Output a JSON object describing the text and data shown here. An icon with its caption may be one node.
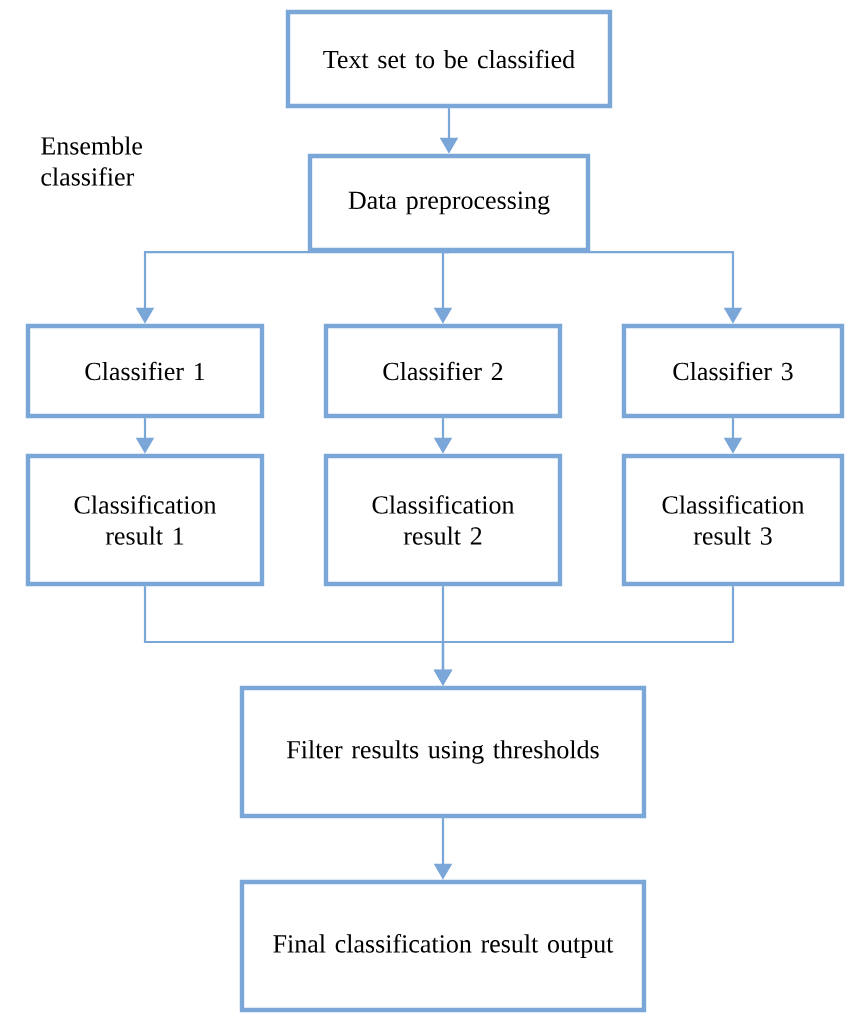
{
  "diagram": {
    "nodes": [
      {
        "text": [
          "Text set to be classified"
        ]
      },
      {
        "text": [
          "Data preprocessing"
        ]
      },
      {
        "text": [
          "Classifier 1"
        ]
      },
      {
        "text": [
          "Classifier 2"
        ]
      },
      {
        "text": [
          "Classifier 3"
        ]
      },
      {
        "text": [
          "Classification result 1"
        ]
      },
      {
        "text": [
          "Classification result 2"
        ]
      },
      {
        "text": [
          "Classification result 3"
        ]
      },
      {
        "text": [
          "Filter results using thresholds"
        ]
      },
      {
        "text": [
          "Final classification result output"
        ]
      }
    ],
    "edges": [
      {
        "from": 0,
        "to": 1,
        "arrow": "to"
      },
      {
        "from": 1,
        "to": 2,
        "arrow": "to"
      },
      {
        "from": 1,
        "to": 3,
        "arrow": "to"
      },
      {
        "from": 1,
        "to": 4,
        "arrow": "to"
      },
      {
        "from": 2,
        "to": 5,
        "arrow": "to"
      },
      {
        "from": 3,
        "to": 6,
        "arrow": "to"
      },
      {
        "from": 4,
        "to": 7,
        "arrow": "to"
      },
      {
        "from": 5,
        "to": 8,
        "arrow": "to"
      },
      {
        "from": 6,
        "to": 8,
        "arrow": "to"
      },
      {
        "from": 7,
        "to": 8,
        "arrow": "to"
      },
      {
        "from": 8,
        "to": 9,
        "arrow": "to"
      }
    ],
    "labels": [
      "Ensemble classifier"
    ]
  }
}
